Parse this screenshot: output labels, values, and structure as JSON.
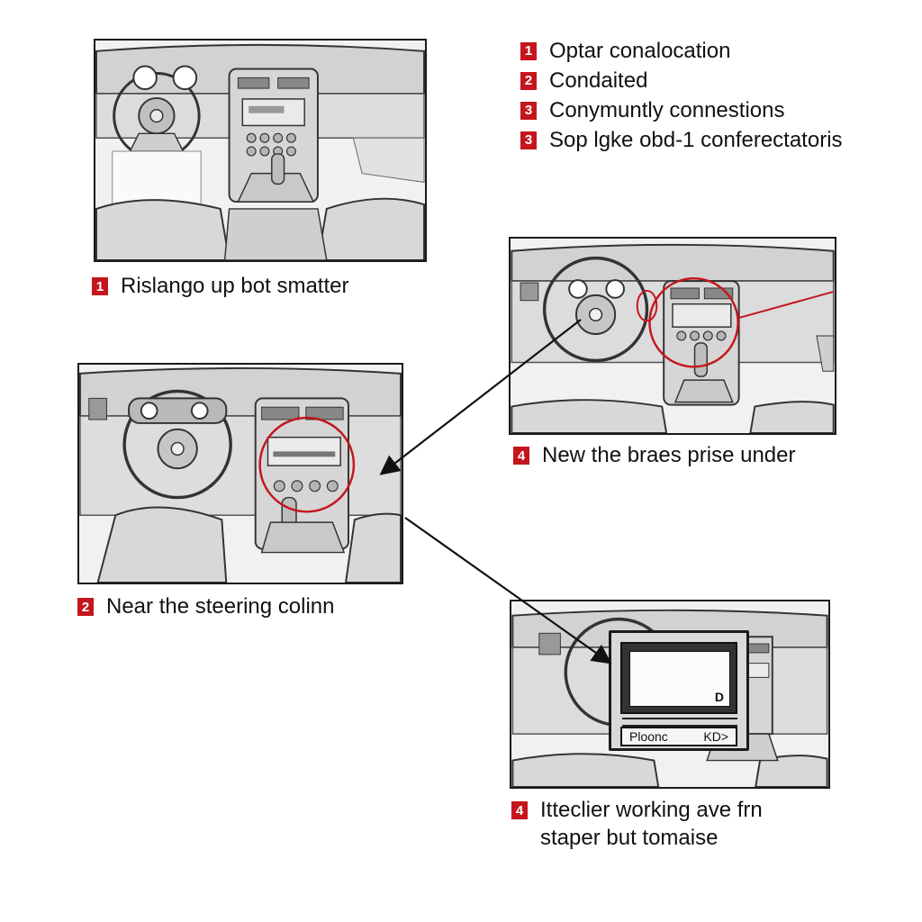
{
  "legend": [
    {
      "num": "1",
      "text": "Optar conalocation"
    },
    {
      "num": "2",
      "text": "Condaited"
    },
    {
      "num": "3",
      "text": "Conymuntly connestions"
    },
    {
      "num": "3",
      "text": "Sop lgke obd-1 conferectatoris"
    }
  ],
  "captions": {
    "panel1": {
      "num": "1",
      "text": "Rislango up bot smatter"
    },
    "panel2": {
      "num": "2",
      "text": "Near the steering colinn"
    },
    "panel3": {
      "num": "4",
      "text": "New the braes prise under"
    },
    "panel4": {
      "num": "4",
      "line1": "Itteclier working ave frn",
      "line2": "staper but tomaise"
    }
  },
  "scanner": {
    "left_label": "Ploonc",
    "right_label": "KD>",
    "screen_mark": "D"
  },
  "colors": {
    "accent": "#c4161c",
    "outline": "#1a1a1a",
    "dash_fill": "#c9c9c9",
    "panel_bg": "#f1f1f1"
  }
}
